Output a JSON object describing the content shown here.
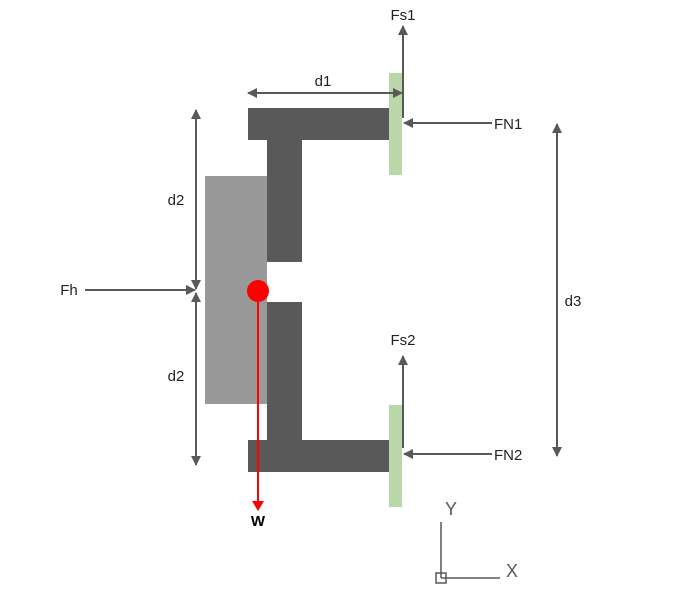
{
  "labels": {
    "fs1": "Fs1",
    "fs2": "Fs2",
    "fn1": "FN1",
    "fn2": "FN2",
    "d1": "d1",
    "d2_upper": "d2",
    "d2_lower": "d2",
    "d3": "d3",
    "fh": "Fh",
    "w": "W",
    "axis_x": "X",
    "axis_y": "Y"
  },
  "colors": {
    "bracket": "#595959",
    "block": "#999999",
    "pad": "#b9d7a8",
    "arrow": "#595959",
    "weight": "#ff0000"
  }
}
